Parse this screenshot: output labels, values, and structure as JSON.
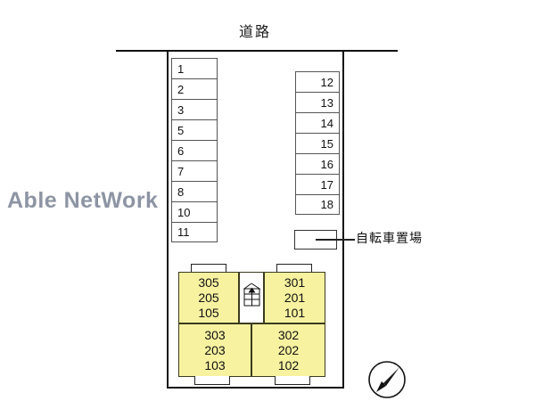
{
  "watermark": {
    "text": "Able NetWork",
    "color": "#8d94a3"
  },
  "site_plan": {
    "road": {
      "label": "道路",
      "position": "top"
    },
    "bicycle_parking": {
      "label": "自転車置場",
      "icon": "bicycle-parking-box"
    },
    "parking_stalls": {
      "left_column": [
        "1",
        "2",
        "3",
        "5",
        "6",
        "7",
        "8",
        "10",
        "11"
      ],
      "right_column": [
        "12",
        "13",
        "14",
        "15",
        "16",
        "17",
        "18"
      ]
    },
    "building": {
      "fill_color": "#f7f2a0",
      "outline_color": "#3b3b1f",
      "blocks": [
        {
          "id": "unit-left-upper",
          "units": [
            "305",
            "205",
            "105"
          ]
        },
        {
          "id": "unit-right-upper",
          "units": [
            "301",
            "201",
            "101"
          ]
        },
        {
          "id": "unit-left-lower",
          "units": [
            "303",
            "203",
            "103"
          ]
        },
        {
          "id": "unit-right-lower",
          "units": [
            "302",
            "202",
            "102"
          ]
        }
      ],
      "stairwell": {
        "icon": "stairs-up-icon"
      }
    },
    "compass": {
      "icon": "compass-north-icon",
      "direction": "north-east"
    }
  }
}
